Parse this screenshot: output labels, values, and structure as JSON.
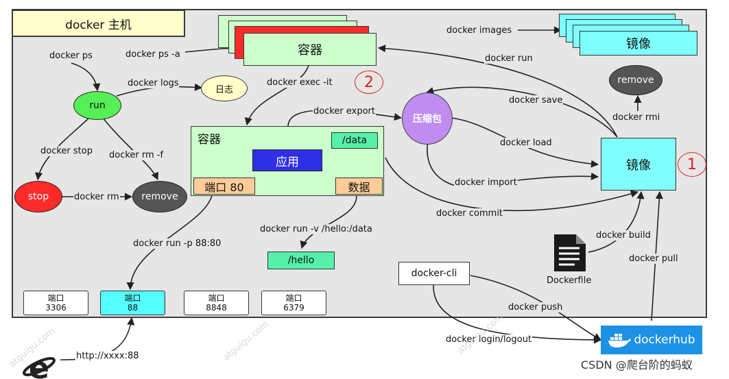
{
  "title": "docker 主机",
  "nodes": {
    "container_top": "容器",
    "container_main": "容器",
    "app": "应用",
    "port80": "端口 80",
    "data_box": "数据",
    "data_path": "/data",
    "hello_path": "/hello",
    "image_top": "镜像",
    "image_main": "镜像",
    "compress": "压缩包",
    "run": "run",
    "stop": "stop",
    "remove_left": "remove",
    "remove_right": "remove",
    "log": "日志",
    "dockerfile": "Dockerfile",
    "docker_cli": "docker-cli",
    "dockerhub": "dockerhub",
    "badge1": "1",
    "badge2": "2"
  },
  "ports": [
    {
      "label": "端口",
      "value": "3306"
    },
    {
      "label": "端口",
      "value": "88"
    },
    {
      "label": "端口",
      "value": "8848"
    },
    {
      "label": "端口",
      "value": "6379"
    }
  ],
  "edges": {
    "ps": "docker ps",
    "ps_a": "docker ps -a",
    "logs": "docker logs",
    "stop": "docker stop",
    "rm_f": "docker rm -f",
    "rm": "docker rm",
    "exec": "docker exec -it",
    "export": "docker export",
    "images": "docker images",
    "run": "docker run",
    "rmi": "docker rmi",
    "save": "docker save",
    "load": "docker load",
    "import": "docker import",
    "commit": "docker commit",
    "build": "docker build",
    "pull": "docker pull",
    "push": "docker push",
    "login": "docker login/logout",
    "volume": "docker run -v /hello:/data",
    "port_map": "docker run -p 88:80",
    "http": "http://xxxx:88"
  },
  "footer": "CSDN @爬台阶的蚂蚁",
  "watermark": "atguigu.com",
  "colors": {
    "host_bg": "#e6e6e6",
    "title_bg": "#ffffcc",
    "container_green": "#ccffcc",
    "red": "#ff2a2a",
    "image_cyan": "#80ffff",
    "app_blue": "#2f2fe8",
    "port_orange": "#ffcc99",
    "path_green": "#55f0aa",
    "compress_purple": "#c08cf0",
    "run_green": "#55f055",
    "remove_gray": "#555555",
    "log_yellow": "#ffffcc",
    "dockerhub_blue": "#1d91e6",
    "badge_red": "#e0201c"
  }
}
